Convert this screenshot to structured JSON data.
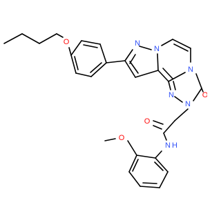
{
  "diagram": {
    "type": "chemical-structure",
    "colors": {
      "bond": "#000000",
      "oxygen": "#ff0d0d",
      "nitrogen": "#3050f8",
      "background": "#ffffff"
    },
    "atom_labels": {
      "o_ether": "O",
      "n_pz1": "N",
      "n_pz2": "N",
      "n_tz1": "N",
      "n_tz2": "N",
      "n_tz3": "N",
      "o_carbonyl_ring": "O",
      "o_amide": "O",
      "n_amide": "N",
      "h_amide": "H",
      "o_methoxy": "O"
    }
  }
}
